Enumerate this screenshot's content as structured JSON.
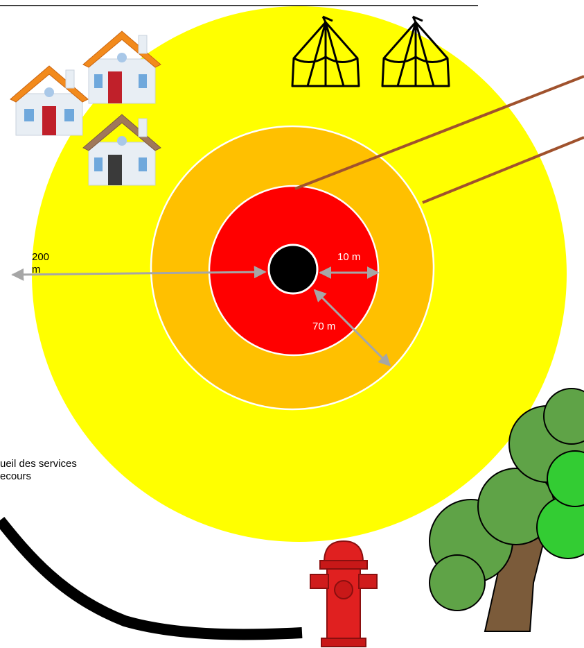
{
  "labels": {
    "radius_outer": "200 m",
    "radius_middle": "70 m",
    "radius_inner": "10 m",
    "assembly_line1": "ueil des services",
    "assembly_line2": "ecours"
  },
  "colors": {
    "outer_zone": "#FFFF00",
    "middle_zone": "#FFC000",
    "inner_zone": "#FF0000",
    "center": "#000000",
    "arrows": "#A6A6A6",
    "pointer_lines": "#A0522D"
  },
  "icons": [
    "house-icon",
    "tent-icon",
    "tree-icon",
    "fire-hydrant-icon",
    "road-icon"
  ]
}
